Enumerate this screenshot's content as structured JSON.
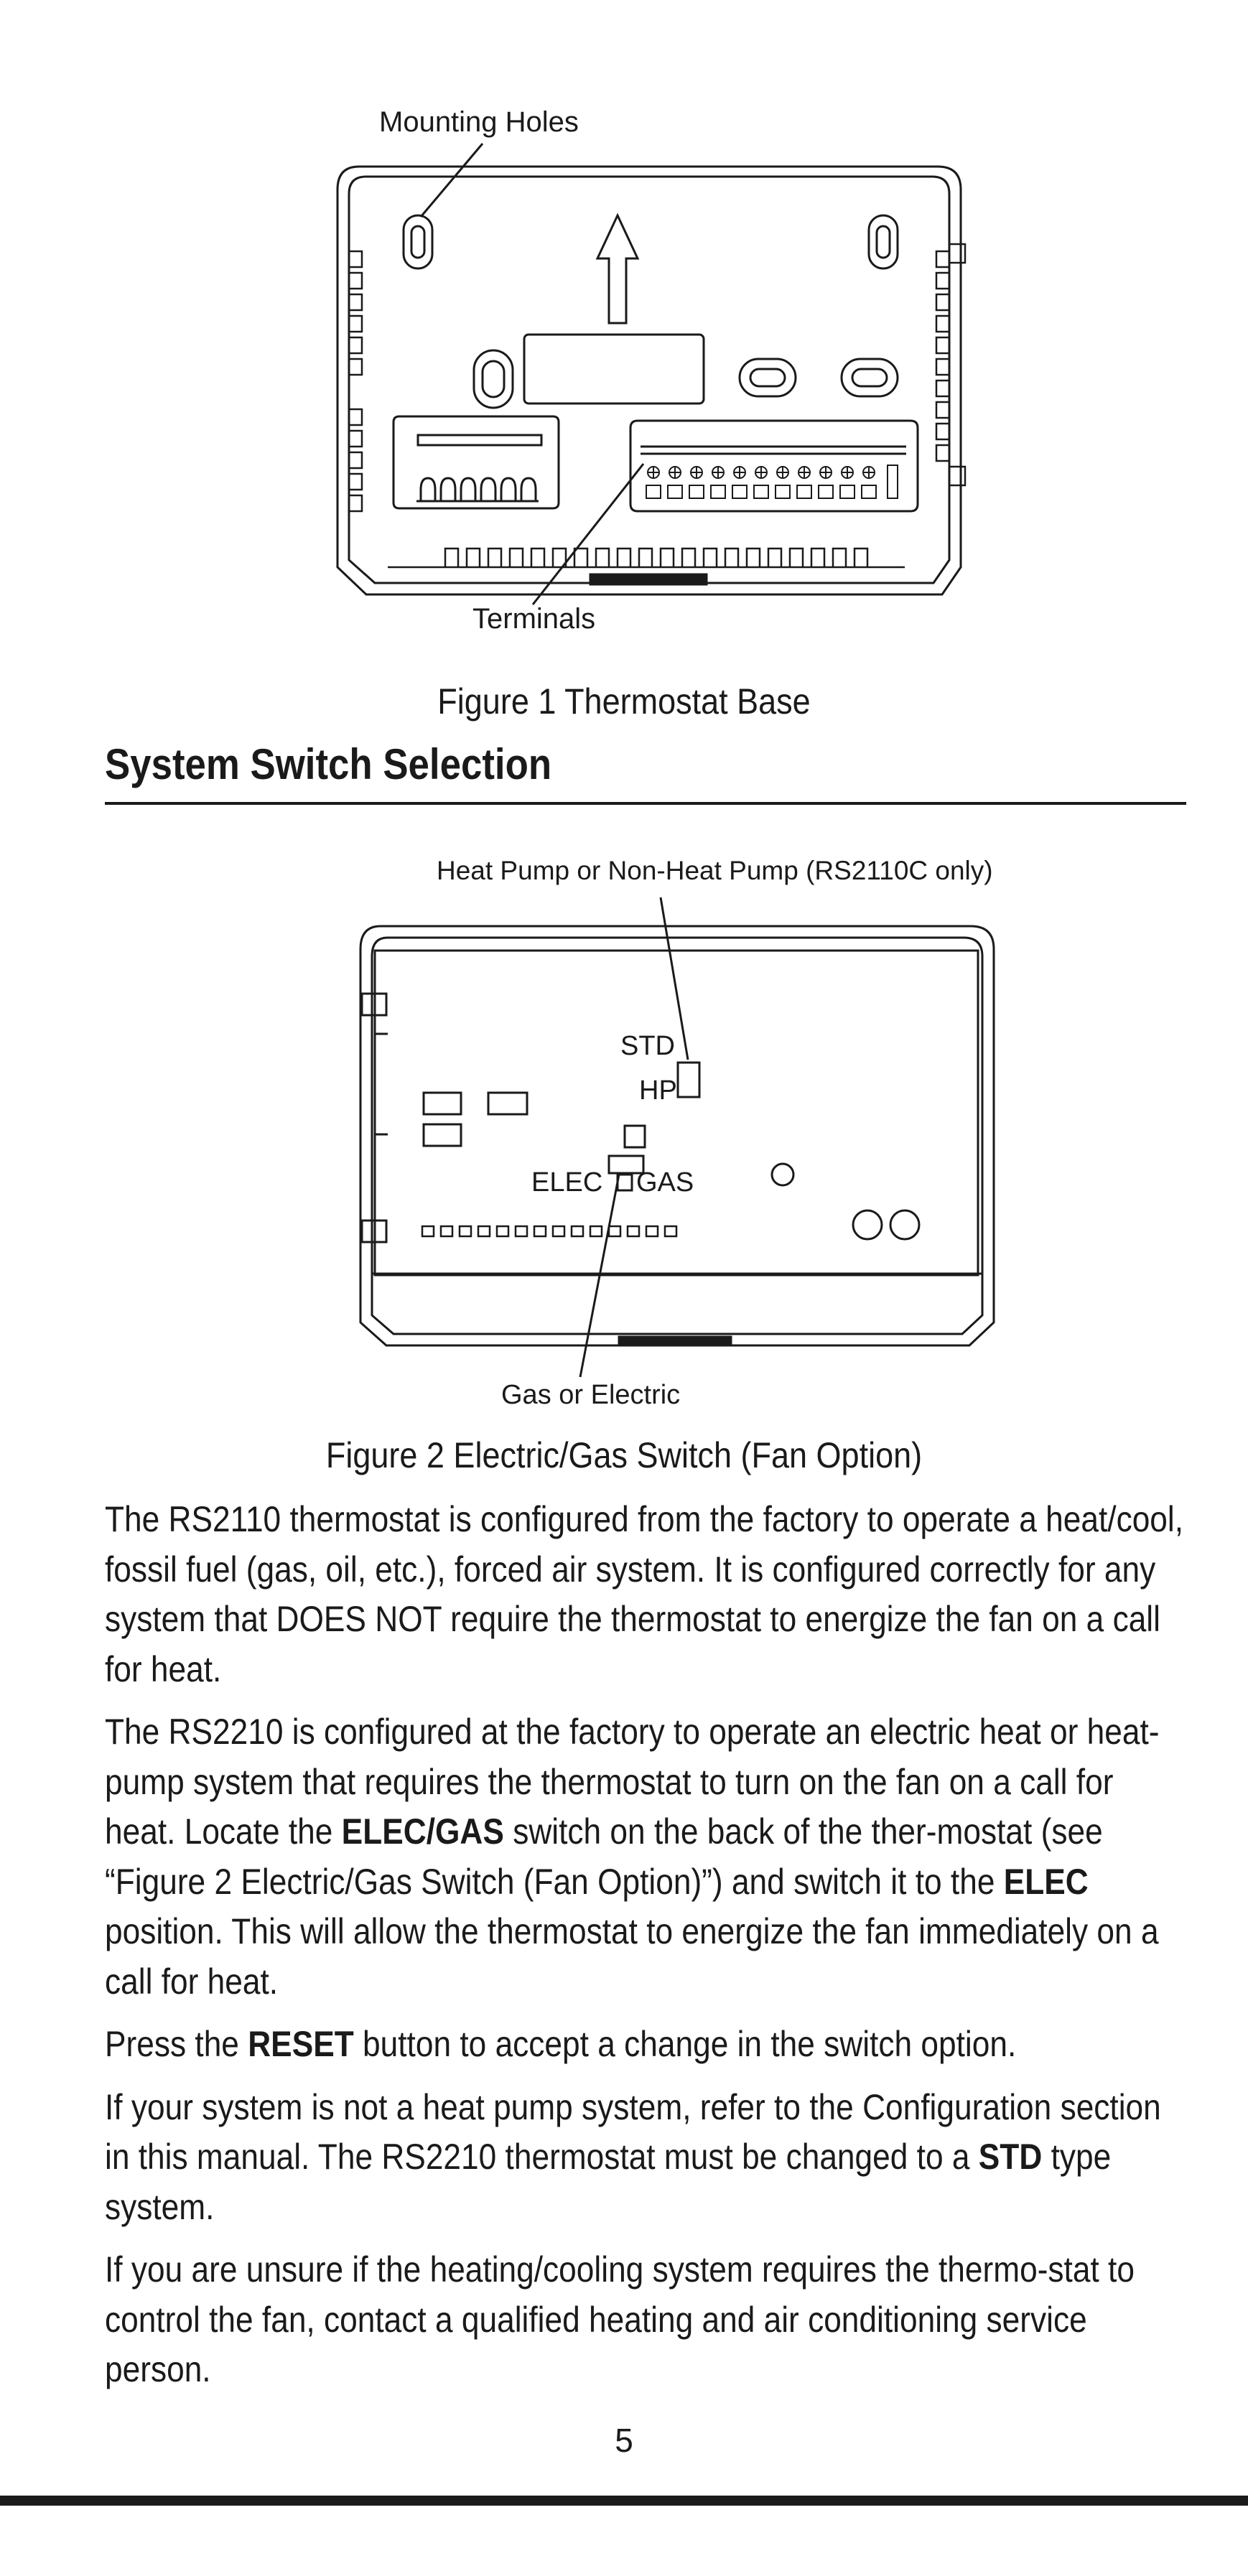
{
  "figure1": {
    "label_mounting_holes": "Mounting Holes",
    "label_terminals": "Terminals",
    "caption": "Figure 1 Thermostat Base"
  },
  "section": {
    "heading": "System Switch Selection"
  },
  "figure2": {
    "label_heat_pump": "Heat Pump or Non-Heat Pump (RS2110C only)",
    "label_std": "STD",
    "label_hp": "HP",
    "label_elec": "ELEC",
    "label_gas": "GAS",
    "label_gas_or_electric": "Gas or Electric",
    "caption": "Figure 2 Electric/Gas Switch (Fan Option)"
  },
  "body": {
    "p1": "The RS2110 thermostat is configured from the factory to operate a heat/cool, fossil fuel (gas, oil, etc.), forced air system. It is configured correctly for any system that DOES NOT require the thermostat to energize the fan on a call for heat.",
    "p2_a": "The RS2210 is configured at the factory to operate an electric heat or heat-pump system that requires the thermostat to turn on the fan on a call for heat. Locate the ",
    "p2_b1": "ELEC",
    "p2_slash": "/",
    "p2_b2": "GAS",
    "p2_c": " switch on the back of the ther-mostat (see “Figure 2 Electric/Gas Switch (Fan Option)”) and switch it to the ",
    "p2_b3": "ELEC",
    "p2_d": " position. This will allow the thermostat to energize the fan immediately on a call for heat.",
    "p3_a": "Press the ",
    "p3_b": "RESET",
    "p3_c": " button to accept a change in the switch option.",
    "p4_a": "If your system is not a heat pump system, refer to the Configuration section in this manual. The RS2210 thermostat must be changed to a ",
    "p4_b": "STD",
    "p4_c": " type system.",
    "p5": "If you are unsure if the heating/cooling system requires the thermo-stat to control the fan, contact a qualified heating and air conditioning service person."
  },
  "page_number": "5"
}
